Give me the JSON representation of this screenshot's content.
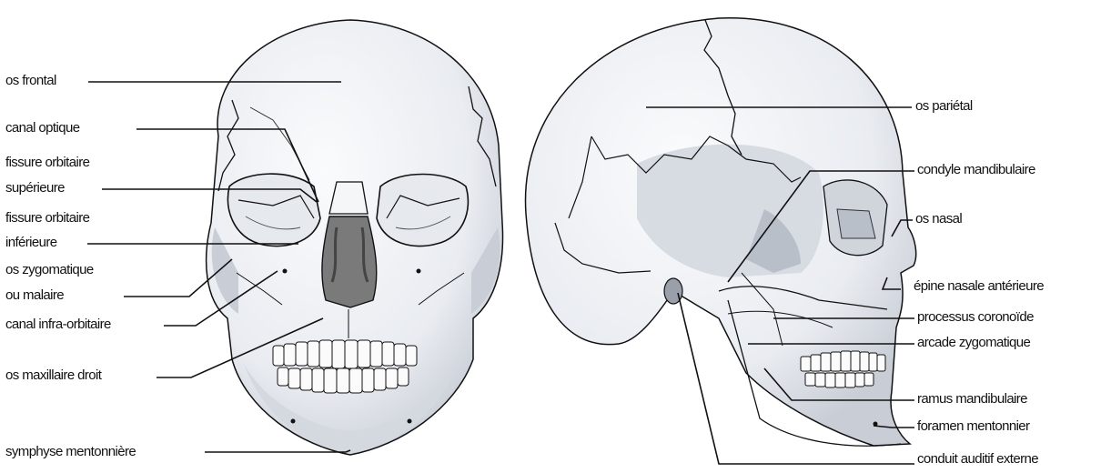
{
  "colors": {
    "bone": "#eef1f5",
    "bone_shadow": "#c9ced6",
    "suture": "#111111",
    "cavity": "#7a7a7a",
    "leader": "#111111"
  },
  "front_view_labels": {
    "os_frontal": "os frontal",
    "canal_optique": "canal optique",
    "fissure_sup_line1": "fissure orbitaire",
    "fissure_sup_line2": "supérieure",
    "fissure_inf_line1": "fissure orbitaire",
    "fissure_inf_line2": "inférieure",
    "zygomatique_line1": "os zygomatique",
    "zygomatique_line2": "ou malaire",
    "canal_infra": "canal infra-orbitaire",
    "maxillaire": "os maxillaire droit",
    "symphyse": "symphyse mentonnière"
  },
  "side_view_labels": {
    "parietal": "os pariétal",
    "condyle": "condyle mandibulaire",
    "nasal": "os nasal",
    "epine": "épine nasale antérieure",
    "coronoide": "processus coronoïde",
    "arcade": "arcade zygomatique",
    "ramus": "ramus mandibulaire",
    "foramen": "foramen mentonnier",
    "conduit": "conduit auditif externe"
  }
}
